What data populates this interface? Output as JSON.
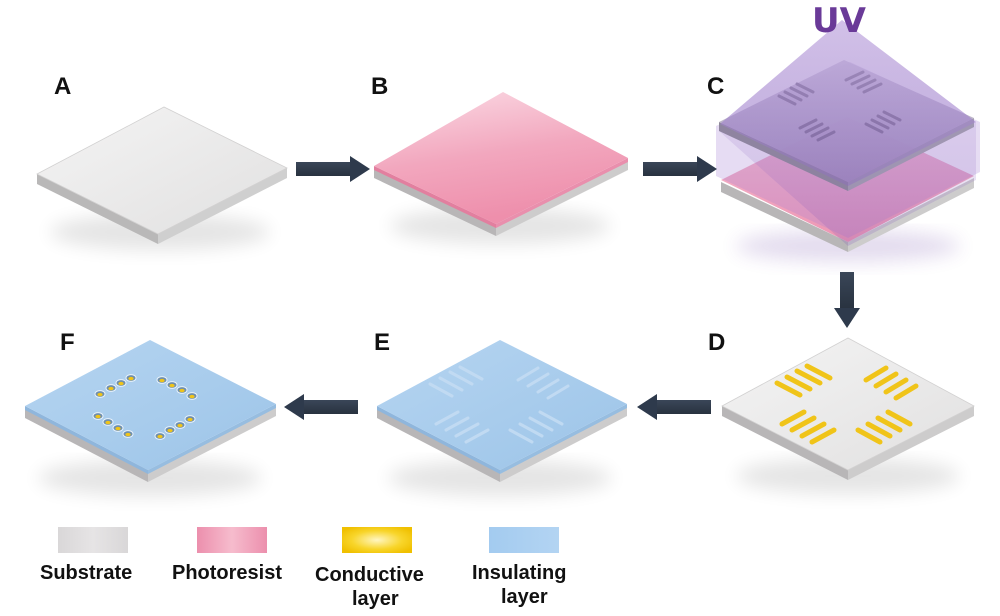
{
  "steps": [
    {
      "label": "A",
      "surface": "substrate"
    },
    {
      "label": "B",
      "surface": "photoresist"
    },
    {
      "label": "C",
      "surface": "exposure"
    },
    {
      "label": "D",
      "surface": "conductive-pattern"
    },
    {
      "label": "E",
      "surface": "insulating-covered"
    },
    {
      "label": "F",
      "surface": "insulating-with-vias"
    }
  ],
  "uv_label": "UV",
  "legend": [
    {
      "line1": "Substrate",
      "line2": "",
      "color": "#dedcdd"
    },
    {
      "line1": "Photoresist",
      "line2": "",
      "color": "#f2a4bd"
    },
    {
      "line1": "Conductive",
      "line2": "layer",
      "color": "#f6d11a"
    },
    {
      "line1": "Insulating",
      "line2": "layer",
      "color": "#a7cdef"
    }
  ],
  "colors": {
    "substrate": "#e9e8e8",
    "photoresist": "#f2a4bd",
    "conductive": "#f0c419",
    "insulating": "#a9ccec",
    "uv": "#7b4fb0",
    "arrow": "#2e3a4c"
  }
}
